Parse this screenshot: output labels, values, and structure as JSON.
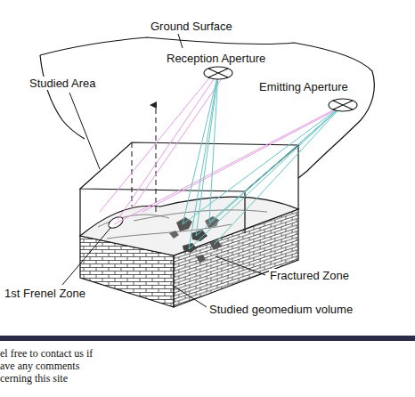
{
  "diagram": {
    "labels": [
      "Ground Surface",
      "Studied Area",
      "Reception Aperture",
      "Emitting Aperture",
      "Fractured Zone",
      "1st Frenel Zone",
      "Studied geomedium volume",
      "el free to contact us if",
      "ave any comments",
      "cerning this site"
    ]
  }
}
